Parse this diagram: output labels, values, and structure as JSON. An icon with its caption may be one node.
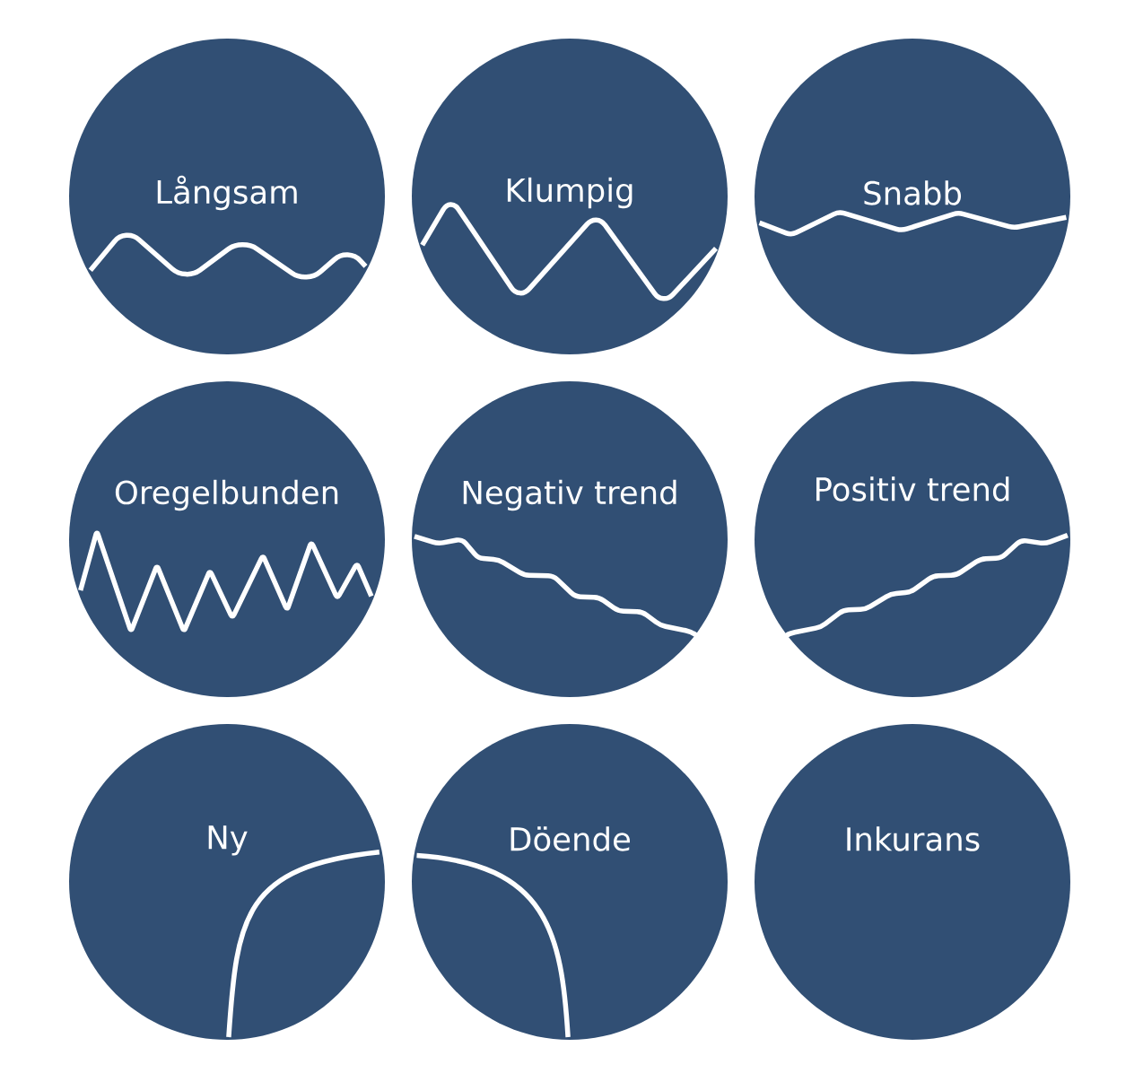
{
  "diagram": {
    "nodes": [
      {
        "text": [
          "Långsam"
        ]
      },
      {
        "text": [
          "Klumpig"
        ]
      },
      {
        "text": [
          "Snabb"
        ]
      },
      {
        "text": [
          "Oregelbunden"
        ]
      },
      {
        "text": [
          "Negativ trend"
        ]
      },
      {
        "text": [
          "Positiv trend"
        ]
      },
      {
        "text": [
          "Ny"
        ]
      },
      {
        "text": [
          "Döende"
        ]
      },
      {
        "text": [
          "Inkurans"
        ]
      }
    ]
  }
}
